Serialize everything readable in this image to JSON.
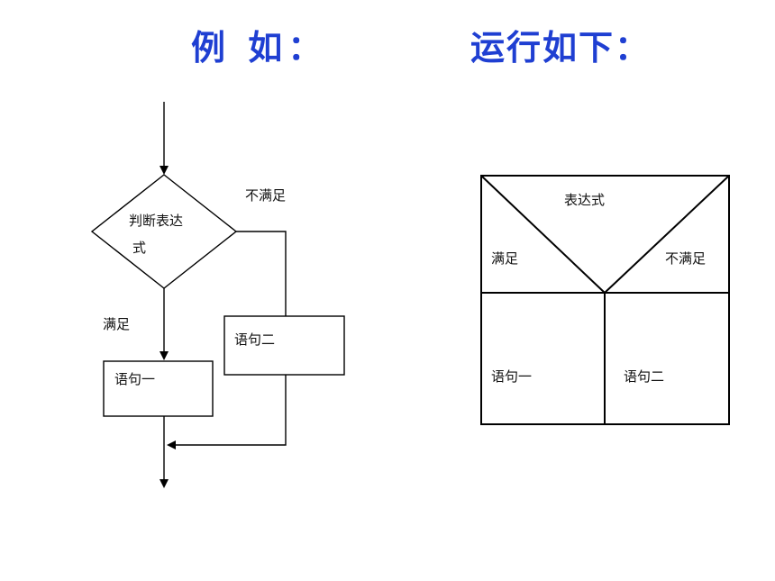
{
  "titles": {
    "left": "例 如：",
    "right": "运行如下："
  },
  "flowchart": {
    "decision_line1": "判断表达",
    "decision_line2": "式",
    "branch_true": "满足",
    "branch_false": "不满足",
    "statement_1": "语句一",
    "statement_2": "语句二"
  },
  "ns_diagram": {
    "condition": "表达式",
    "branch_true": "满足",
    "branch_false": "不满足",
    "statement_1": "语句一",
    "statement_2": "语句二"
  },
  "colors": {
    "title": "#1f3fd2",
    "line": "#000000"
  }
}
